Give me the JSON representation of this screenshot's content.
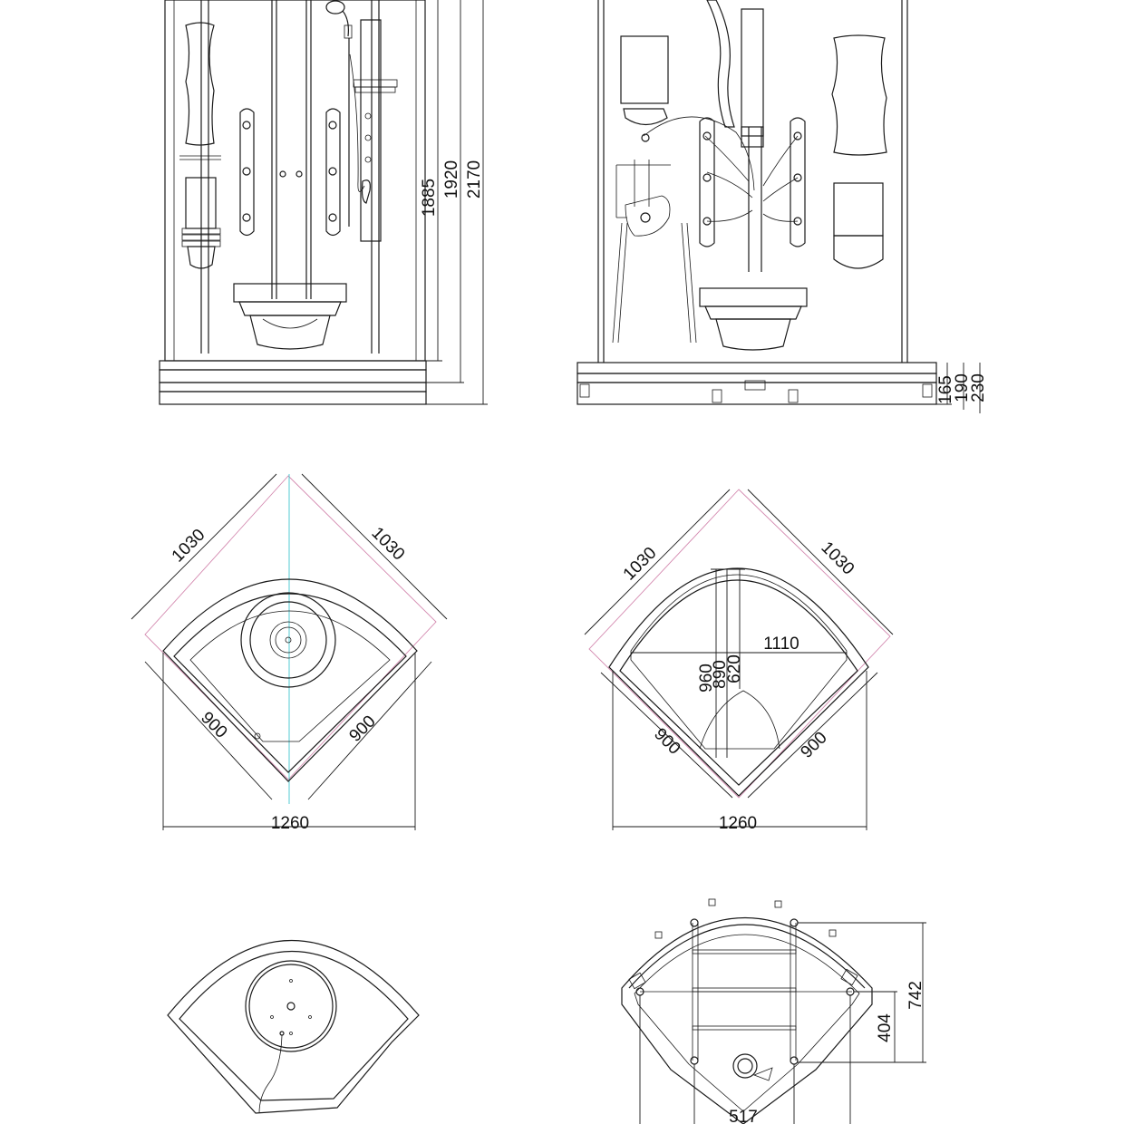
{
  "views": {
    "front": {
      "dimensions": {
        "h1": "1885",
        "h2": "1920",
        "h3": "2170"
      }
    },
    "side": {
      "dimensions": {
        "d1": "165",
        "d2": "190",
        "d3": "230"
      }
    },
    "top_left": {
      "dimensions": {
        "diag_left": "1030",
        "diag_right": "1030",
        "side_left": "900",
        "side_right": "900",
        "width": "1260"
      }
    },
    "top_right": {
      "dimensions": {
        "diag_left": "1030",
        "diag_right": "1030",
        "inner_width": "1110",
        "v1": "960",
        "v2": "890",
        "v3": "620",
        "side_left": "900",
        "side_right": "900",
        "width": "1260"
      }
    },
    "base_right": {
      "dimensions": {
        "h_outer": "742",
        "h_inner": "404",
        "w_bottom": "517"
      }
    }
  },
  "colors": {
    "line": "#1a1a1a",
    "construction_pink": "#d48ab0",
    "axis_cyan": "#41c6cf"
  }
}
